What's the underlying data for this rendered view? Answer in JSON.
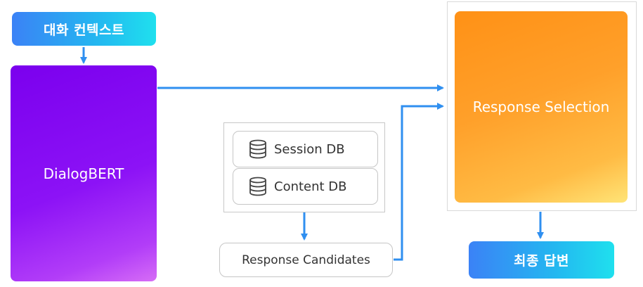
{
  "nodes": {
    "context": "대화 컨텍스트",
    "dialogbert": "DialogBERT",
    "session_db": "Session DB",
    "content_db": "Content DB",
    "candidates": "Response Candidates",
    "response_selection": "Response Selection",
    "final_answer": "최종 답변"
  },
  "colors": {
    "arrow": "#2f8ff0",
    "dialogbert": "#7b00ee",
    "response_selection": "#ff9116",
    "context_gradient": "#3b82f6"
  },
  "icons": {
    "db": "database-icon"
  }
}
